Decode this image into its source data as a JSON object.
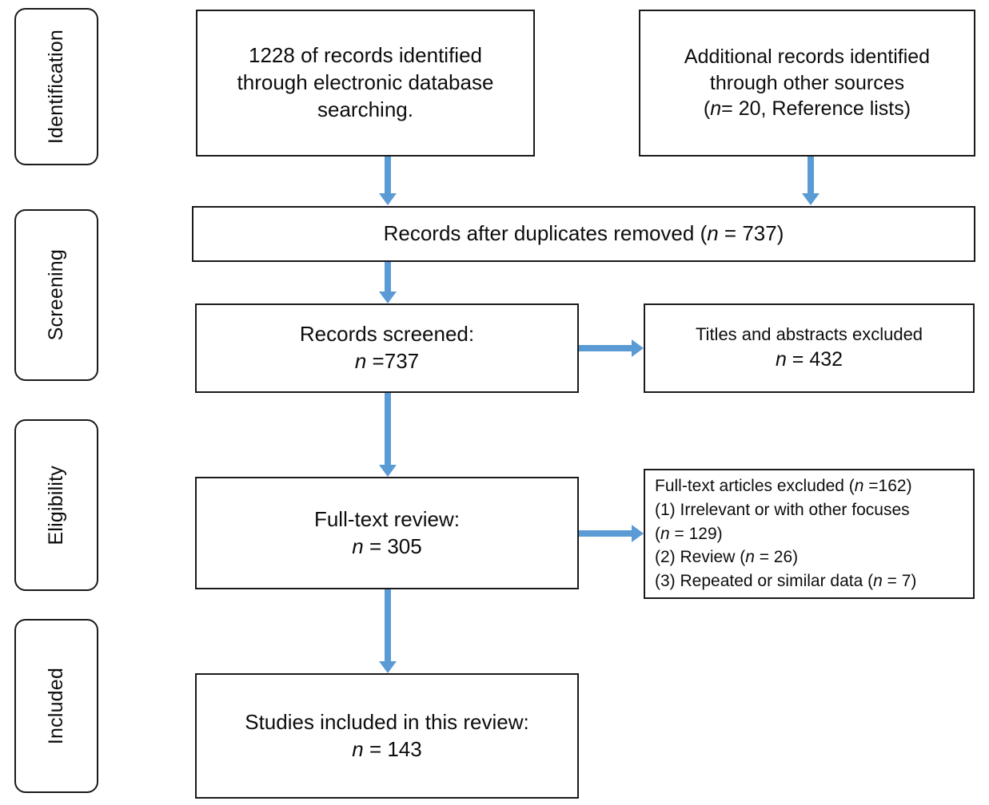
{
  "diagram": {
    "title": "PRISMA study selection flow diagram",
    "accent_color": "#5b9bd5",
    "border_color": "#1a1a1a",
    "background_color": "#ffffff"
  },
  "stages": [
    {
      "label": "Identification"
    },
    {
      "label": "Screening"
    },
    {
      "label": "Eligibility"
    },
    {
      "label": "Included"
    }
  ],
  "boxes": {
    "database_search": {
      "line1": "1228 of records identified",
      "line2": "through electronic database",
      "line3": "searching."
    },
    "other_sources": {
      "line1": "Additional records identified",
      "line2": "through other sources",
      "line3_prefix": "(",
      "line3_italic": "n",
      "line3_suffix": "= 20, Reference lists)"
    },
    "duplicates_removed": {
      "prefix": "Records after duplicates removed (",
      "italic": "n",
      "suffix": " = 737)"
    },
    "records_screened": {
      "line1": "Records screened:",
      "line2_italic": "n",
      "line2_suffix": " =737"
    },
    "titles_excluded": {
      "line1": "Titles and abstracts excluded",
      "line2_italic": "n",
      "line2_suffix": " = 432"
    },
    "fulltext_review": {
      "line1": "Full-text review:",
      "line2_italic": "n",
      "line2_suffix": " = 305"
    },
    "fulltext_excluded": {
      "line1_prefix": "Full-text articles excluded (",
      "line1_italic": "n",
      "line1_suffix": " =162)",
      "line2": "(1) Irrelevant or with other focuses",
      "line3_prefix": "(",
      "line3_italic": "n",
      "line3_suffix": " = 129)",
      "line4_prefix": "(2) Review (",
      "line4_italic": "n",
      "line4_suffix": " = 26)",
      "line5_prefix": "(3) Repeated or similar data (",
      "line5_italic": "n",
      "line5_suffix": " = 7)"
    },
    "studies_included": {
      "line1": "Studies included in this review:",
      "line2_italic": "n",
      "line2_suffix": " = 143"
    }
  },
  "chart_data": {
    "type": "diagram",
    "title": "PRISMA study selection flow diagram",
    "nodes": [
      {
        "id": "database_search",
        "stage": "Identification",
        "label": "1228 of records identified through electronic database searching.",
        "n": 1228
      },
      {
        "id": "other_sources",
        "stage": "Identification",
        "label": "Additional records identified through other sources (n= 20, Reference lists)",
        "n": 20
      },
      {
        "id": "duplicates_removed",
        "stage": "Screening",
        "label": "Records after duplicates removed (n = 737)",
        "n": 737
      },
      {
        "id": "records_screened",
        "stage": "Screening",
        "label": "Records screened: n =737",
        "n": 737
      },
      {
        "id": "titles_excluded",
        "stage": "Screening",
        "label": "Titles and abstracts excluded n = 432",
        "n": 432
      },
      {
        "id": "fulltext_review",
        "stage": "Eligibility",
        "label": "Full-text review: n = 305",
        "n": 305
      },
      {
        "id": "fulltext_excluded",
        "stage": "Eligibility",
        "label": "Full-text articles excluded (n =162)",
        "n": 162,
        "reasons": [
          {
            "label": "(1) Irrelevant or with other focuses",
            "n": 129
          },
          {
            "label": "(2) Review",
            "n": 26
          },
          {
            "label": "(3) Repeated or similar data",
            "n": 7
          }
        ]
      },
      {
        "id": "studies_included",
        "stage": "Included",
        "label": "Studies included in this review: n = 143",
        "n": 143
      }
    ],
    "edges": [
      {
        "from": "database_search",
        "to": "duplicates_removed",
        "direction": "down"
      },
      {
        "from": "other_sources",
        "to": "duplicates_removed",
        "direction": "down"
      },
      {
        "from": "duplicates_removed",
        "to": "records_screened",
        "direction": "down"
      },
      {
        "from": "records_screened",
        "to": "titles_excluded",
        "direction": "right"
      },
      {
        "from": "records_screened",
        "to": "fulltext_review",
        "direction": "down"
      },
      {
        "from": "fulltext_review",
        "to": "fulltext_excluded",
        "direction": "right"
      },
      {
        "from": "fulltext_review",
        "to": "studies_included",
        "direction": "down"
      }
    ]
  }
}
